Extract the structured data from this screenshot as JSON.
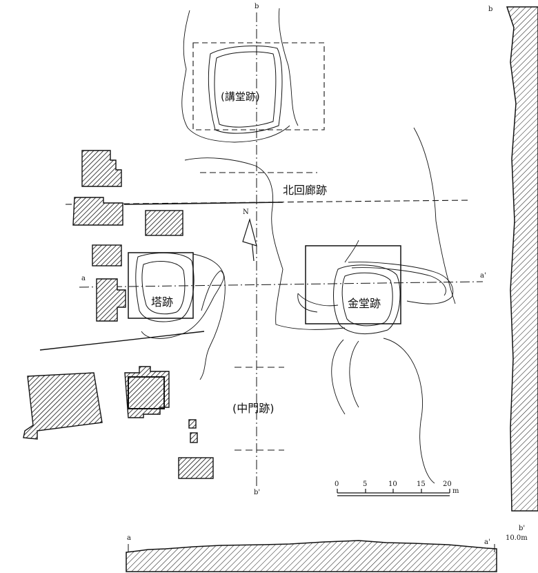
{
  "labels": {
    "lecture_hall": "(講堂跡)",
    "north_corridor": "北回廊跡",
    "pagoda": "塔跡",
    "golden_hall": "金堂跡",
    "middle_gate": "(中門跡)"
  },
  "section_marks": {
    "a_left": "a",
    "a_right": "a'",
    "b_top": "b",
    "b_bottom": "b'",
    "b_right_top": "b",
    "b_right_bottom": "b'",
    "profile_a": "a",
    "profile_a_prime": "a'",
    "elevation": "10.0m"
  },
  "north_arrow": {
    "label": "N"
  },
  "scale_bar": {
    "ticks": [
      "0",
      "5",
      "10",
      "15",
      "20"
    ],
    "unit": "m"
  }
}
